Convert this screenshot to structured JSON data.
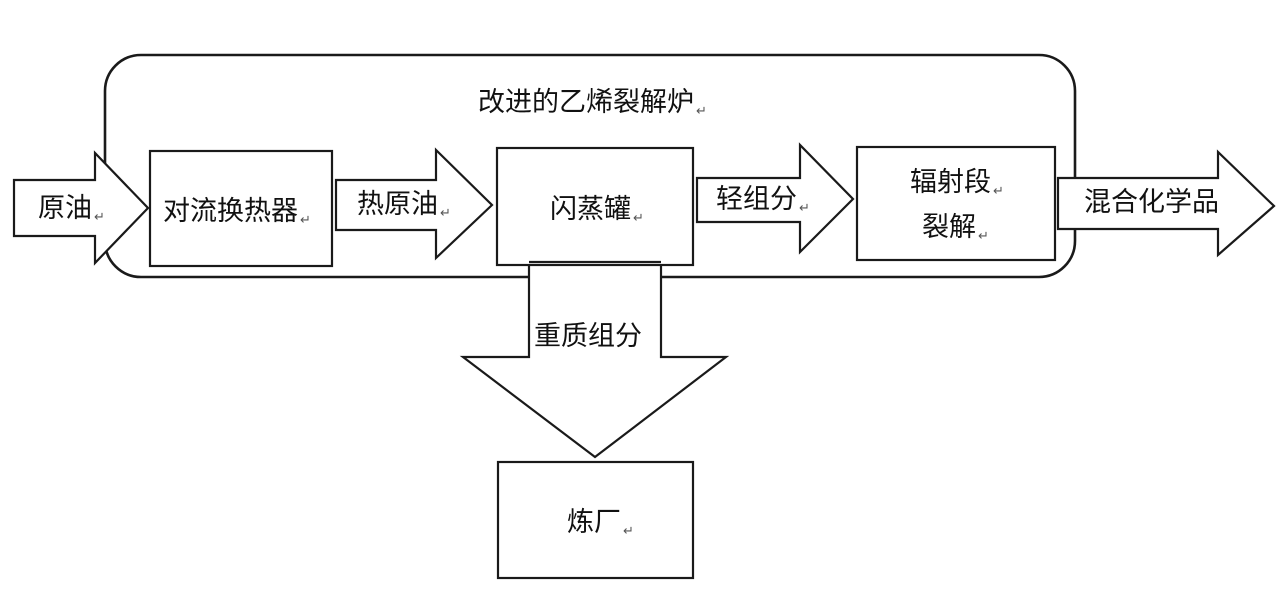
{
  "furnace": {
    "title": "改进的乙烯裂解炉"
  },
  "nodes": {
    "crude_oil": "原油",
    "convection_exchanger": "对流换热器",
    "hot_crude": "热原油",
    "flash_drum": "闪蒸罐",
    "light_fraction": "轻组分",
    "radiant_line1": "辐射段",
    "radiant_line2": "裂解",
    "mixed_chemicals": "混合化学品",
    "heavy_fraction": "重质组分",
    "refinery": "炼厂"
  },
  "paragraph_mark": "↵"
}
